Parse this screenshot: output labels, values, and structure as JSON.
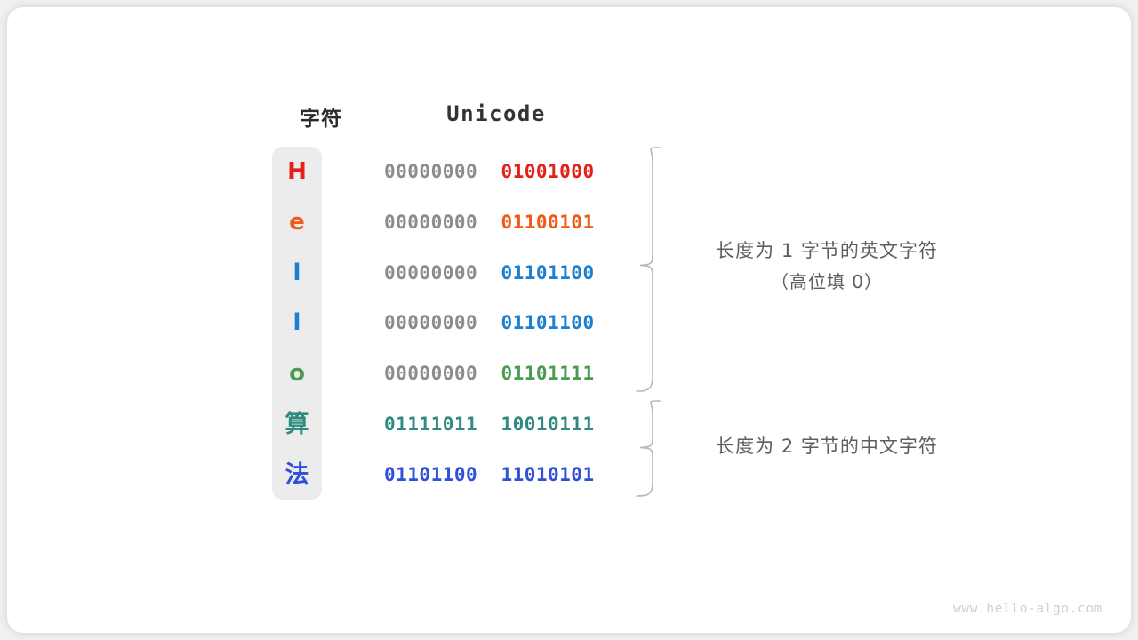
{
  "page": {
    "background": "#f0f0f0",
    "card_background": "#ffffff",
    "watermark": "www.hello-algo.com"
  },
  "headers": {
    "character": "字符",
    "unicode": "Unicode"
  },
  "palette": {
    "red": "#e32119",
    "orange": "#f05a14",
    "blue_light": "#1c7fd0",
    "green": "#4a9b52",
    "teal": "#2f8a80",
    "blue_deep": "#3050d8",
    "gray_byte": "#8c8c8c",
    "gray_text": "#5e5e5e",
    "column_bg": "#ececec"
  },
  "rows": [
    {
      "char": "H",
      "color": "#e32119",
      "high_byte": "00000000",
      "low_byte": "01001000",
      "high_is_padding": true,
      "cjk": false
    },
    {
      "char": "e",
      "color": "#f05a14",
      "high_byte": "00000000",
      "low_byte": "01100101",
      "high_is_padding": true,
      "cjk": false
    },
    {
      "char": "l",
      "color": "#1c7fd0",
      "high_byte": "00000000",
      "low_byte": "01101100",
      "high_is_padding": true,
      "cjk": false
    },
    {
      "char": "l",
      "color": "#1c7fd0",
      "high_byte": "00000000",
      "low_byte": "01101100",
      "high_is_padding": true,
      "cjk": false
    },
    {
      "char": "o",
      "color": "#4a9b52",
      "high_byte": "00000000",
      "low_byte": "01101111",
      "high_is_padding": true,
      "cjk": false
    },
    {
      "char": "算",
      "color": "#2f8a80",
      "high_byte": "01111011",
      "low_byte": "10010111",
      "high_is_padding": false,
      "cjk": true
    },
    {
      "char": "法",
      "color": "#3050d8",
      "high_byte": "01101100",
      "low_byte": "11010101",
      "high_is_padding": false,
      "cjk": true
    }
  ],
  "annotations": [
    {
      "main": "长度为 1 字节的英文字符",
      "sub": "（高位填 0）",
      "covers_rows": [
        0,
        1,
        2,
        3,
        4
      ]
    },
    {
      "main": "长度为 2 字节的中文字符",
      "sub": "",
      "covers_rows": [
        5,
        6
      ]
    }
  ]
}
